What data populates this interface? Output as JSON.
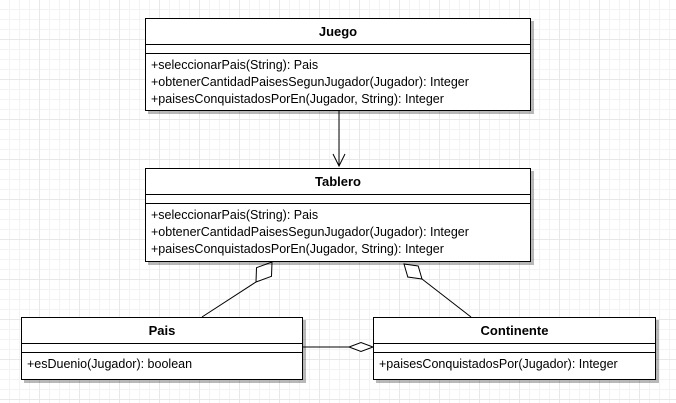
{
  "diagram": {
    "classes": {
      "juego": {
        "name": "Juego",
        "operations": [
          "+seleccionarPais(String): Pais",
          "+obtenerCantidadPaisesSegunJugador(Jugador): Integer",
          "+paisesConquistadosPorEn(Jugador, String): Integer"
        ]
      },
      "tablero": {
        "name": "Tablero",
        "operations": [
          "+seleccionarPais(String): Pais",
          "+obtenerCantidadPaisesSegunJugador(Jugador): Integer",
          "+paisesConquistadosPorEn(Jugador, String): Integer"
        ]
      },
      "pais": {
        "name": "Pais",
        "operations": [
          "+esDuenio(Jugador): boolean"
        ]
      },
      "continente": {
        "name": "Continente",
        "operations": [
          "+paisesConquistadosPor(Jugador): Integer"
        ]
      }
    },
    "relations": [
      {
        "from": "Juego",
        "to": "Tablero",
        "kind": "directed-association"
      },
      {
        "from": "Tablero",
        "to": "Pais",
        "kind": "aggregation"
      },
      {
        "from": "Tablero",
        "to": "Continente",
        "kind": "aggregation"
      },
      {
        "from": "Continente",
        "to": "Pais",
        "kind": "aggregation"
      }
    ],
    "colors": {
      "line": "#000000",
      "box_fill": "#ffffff",
      "grid": "#e8e8e8"
    }
  }
}
